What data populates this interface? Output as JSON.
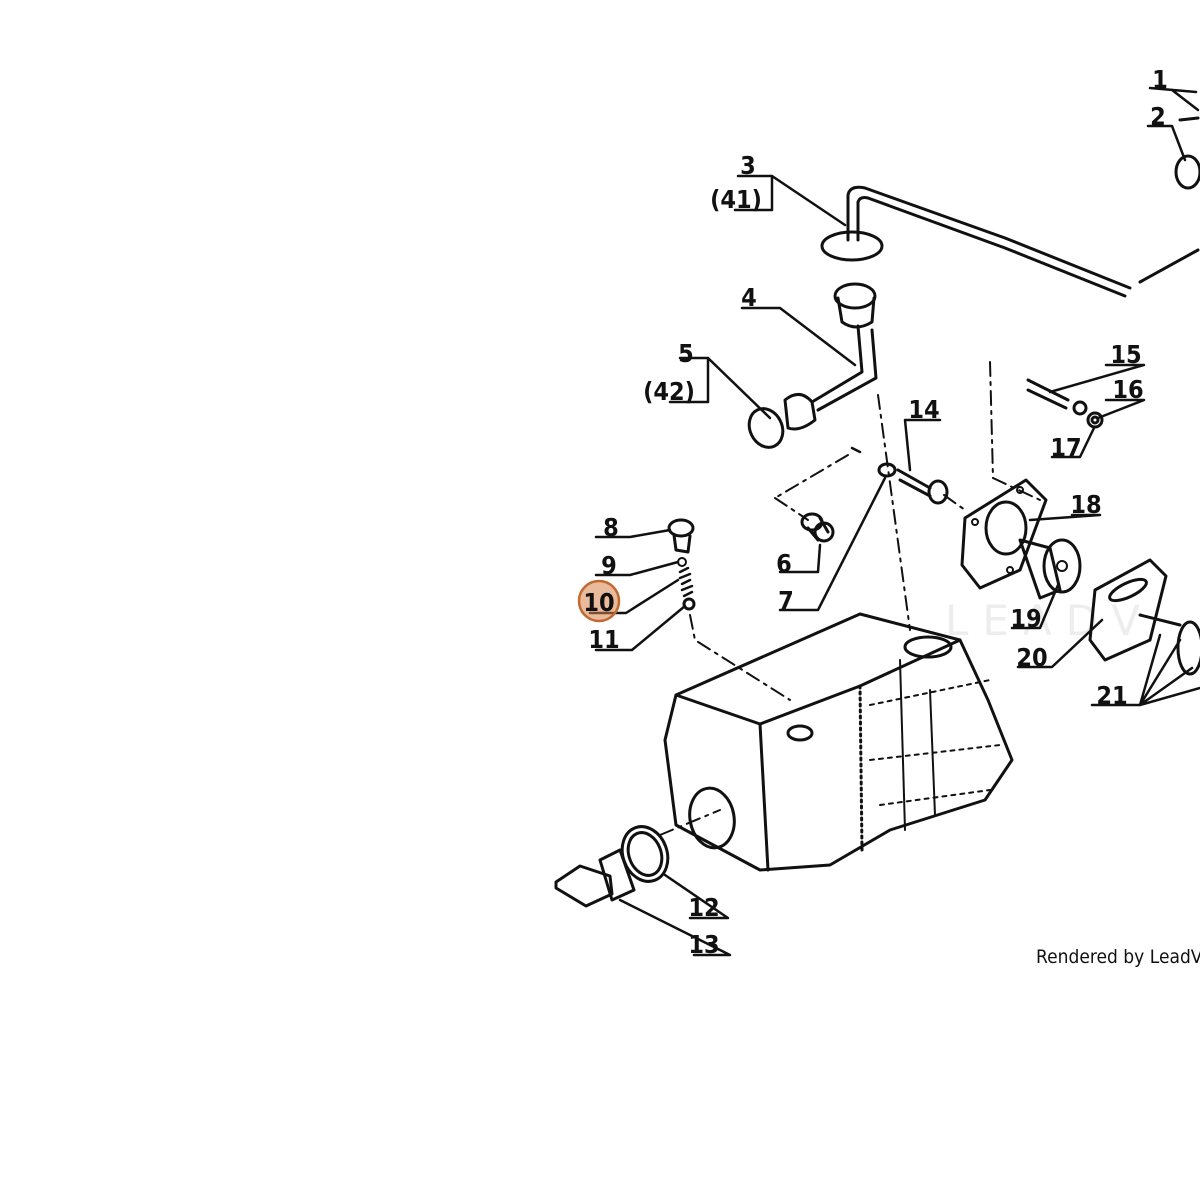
{
  "diagram": {
    "labels": [
      "1",
      "2",
      "3",
      "(41)",
      "4",
      "5",
      "(42)",
      "6",
      "7",
      "8",
      "9",
      "10",
      "11",
      "12",
      "13",
      "14",
      "15",
      "16",
      "17",
      "18",
      "19",
      "20",
      "21"
    ],
    "highlighted": "10",
    "highlight_color": "#d9824a",
    "line_color": "#111111"
  },
  "footer": {
    "credit": "Rendered by LeadVe",
    "watermark": "LEADV"
  }
}
